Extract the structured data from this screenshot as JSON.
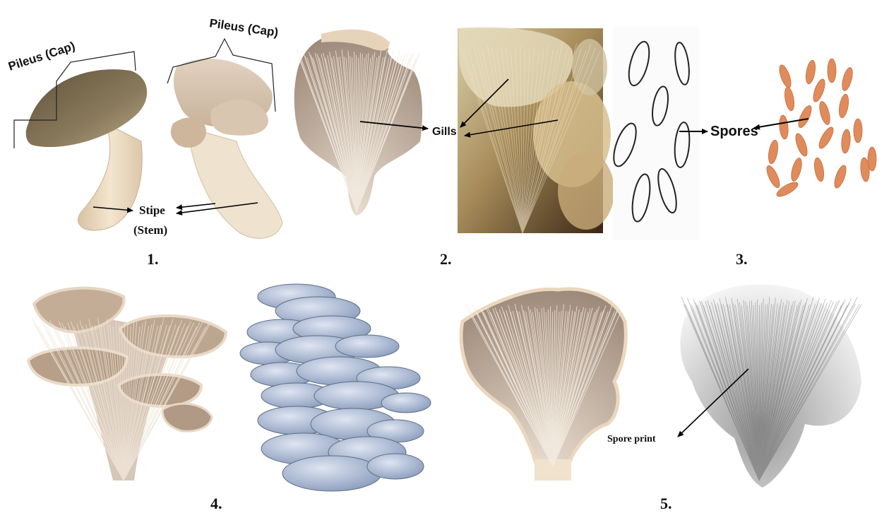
{
  "labels": {
    "pileus_1": "Pileus (Cap)",
    "pileus_2": "Pileus (Cap)",
    "stipe_line1": "Stipe",
    "stipe_line2": "(Stem)",
    "gills": "Gills",
    "spores": "Spores",
    "spore_print": "Spore print"
  },
  "panel_numbers": [
    "1.",
    "2.",
    "3.",
    "4.",
    "5."
  ],
  "colors": {
    "cap_dark": "#6f6046",
    "cap_light": "#d9c4ad",
    "stem": "#ecd9be",
    "gill_bg": "#b9a797",
    "gill_line": "#f4ece2",
    "photo_bg": "#3e2a17",
    "spore_fill": "#e08b5c",
    "blue_mushroom": "#a9b9d6",
    "print_gray": "#9a9a9a"
  }
}
